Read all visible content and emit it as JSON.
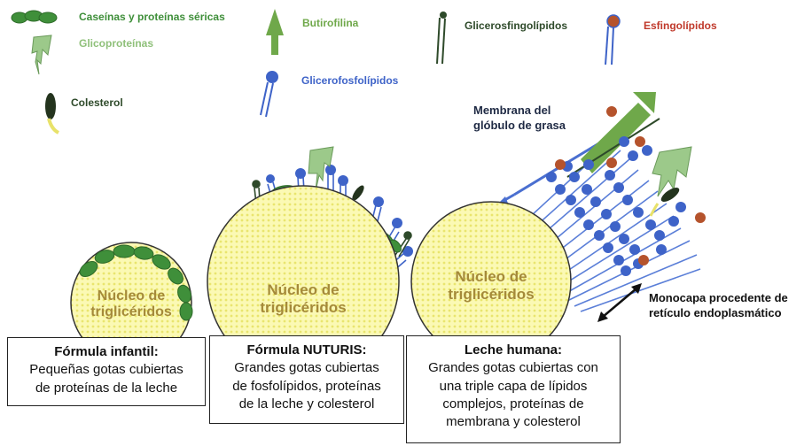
{
  "legend": {
    "caseinas": "Caseínas  y proteínas séricas",
    "glicoproteinas": "Glicoproteínas",
    "colesterol": "Colesterol",
    "butirofilina": "Butirofilina",
    "glicerofosfolipidos": "Glicerofosfolípidos",
    "glicerosfingolipidos": "Glicerosfingolípidos",
    "esfingolipidos": "Esfingolípidos"
  },
  "cores": {
    "small": [
      "Núcleo de",
      "triglicéridos"
    ],
    "medium": [
      "Núcleo de",
      "triglicéridos"
    ],
    "large": [
      "Núcleo de",
      "triglicéridos"
    ]
  },
  "annotations": {
    "membrana": [
      "Membrana del",
      "glóbulo de grasa"
    ],
    "monocapa": [
      "Monocapa procedente de",
      "retículo endoplasmático"
    ]
  },
  "captions": {
    "formula_infantil": {
      "title": "Fórmula infantil:",
      "body": [
        "Pequeñas gotas cubiertas",
        "de proteínas de la leche"
      ]
    },
    "nuturis": {
      "title": "Fórmula NUTURIS:",
      "body": [
        "Grandes gotas cubiertas",
        "de fosfolípidos, proteínas",
        "de la leche y colesterol"
      ]
    },
    "leche_humana": {
      "title": "Leche humana:",
      "body": [
        "Grandes gotas cubiertas con",
        "una triple capa de lípidos",
        "complejos, proteínas de",
        "membrana y colesterol"
      ]
    }
  },
  "colors": {
    "protein_green": "#3f8f3a",
    "glyco_green": "#9cc98a",
    "butyro_green": "#6fa84a",
    "phospho_blue": "#3e63c8",
    "sphingo_red": "#b5532c",
    "glycosphingo_dark": "#2e4a2a",
    "core_fill": "#fbf9b4"
  }
}
